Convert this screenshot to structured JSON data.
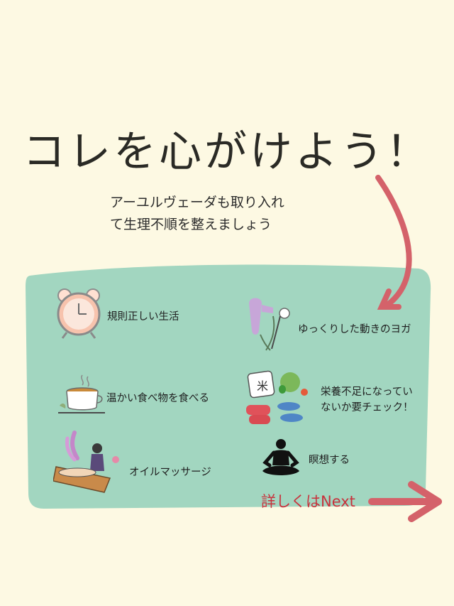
{
  "title": "コレを心がけよう！",
  "subtitle": {
    "line1": "アーユルヴェーダも取り入れ",
    "line2": "て生理不順を整えましょう"
  },
  "items": [
    {
      "label": "規則正しい生活",
      "icon": "alarm-clock-icon"
    },
    {
      "label": "ゆっくりした動きのヨガ",
      "icon": "yoga-props-icon"
    },
    {
      "label": "温かい食べ物を食べる",
      "icon": "soup-bowl-icon"
    },
    {
      "label_line1": "栄養不足になってい",
      "label_line2": "ないか要チェック！",
      "icon": "food-nutrition-icon"
    },
    {
      "label": "オイルマッサージ",
      "icon": "massage-icon"
    },
    {
      "label": "瞑想する",
      "icon": "meditation-icon"
    }
  ],
  "next": {
    "label": "詳しくはNext"
  },
  "colors": {
    "background": "#fdf9e3",
    "panel": "#a2d6c0",
    "arrow": "#d4626a",
    "next_text": "#c8323c"
  }
}
